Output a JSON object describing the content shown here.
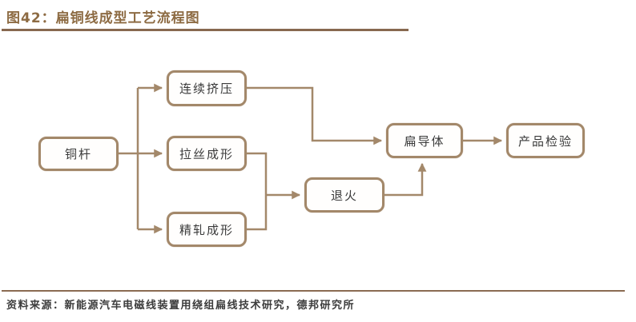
{
  "header": {
    "title": "图42：扁铜线成型工艺流程图"
  },
  "flowchart": {
    "nodes": [
      {
        "id": "copper-rod",
        "label": "铜杆"
      },
      {
        "id": "continuous-extrusion",
        "label": "连续挤压"
      },
      {
        "id": "wire-drawing-forming",
        "label": "拉丝成形"
      },
      {
        "id": "precision-rolling-forming",
        "label": "精轧成形"
      },
      {
        "id": "annealing",
        "label": "退火"
      },
      {
        "id": "flat-conductor",
        "label": "扁导体"
      },
      {
        "id": "product-inspection",
        "label": "产品检验"
      }
    ],
    "edges": [
      {
        "from": "copper-rod",
        "to": "continuous-extrusion"
      },
      {
        "from": "copper-rod",
        "to": "wire-drawing-forming"
      },
      {
        "from": "copper-rod",
        "to": "precision-rolling-forming"
      },
      {
        "from": "continuous-extrusion",
        "to": "flat-conductor"
      },
      {
        "from": "wire-drawing-forming",
        "to": "annealing"
      },
      {
        "from": "precision-rolling-forming",
        "to": "annealing"
      },
      {
        "from": "annealing",
        "to": "flat-conductor"
      },
      {
        "from": "flat-conductor",
        "to": "product-inspection"
      }
    ]
  },
  "footer": {
    "source": "资料来源：新能源汽车电磁线装置用绕组扁线技术研究，德邦研究所"
  },
  "colors": {
    "title_text": "#8d6b43",
    "divider": "#87684f",
    "connector": "#a3886a",
    "box_border": "#a3886a",
    "box_fill": "#fffefd",
    "box_text": "#3a3a3a",
    "footer_text": "#3c3c3c",
    "background": "#ffffff"
  }
}
